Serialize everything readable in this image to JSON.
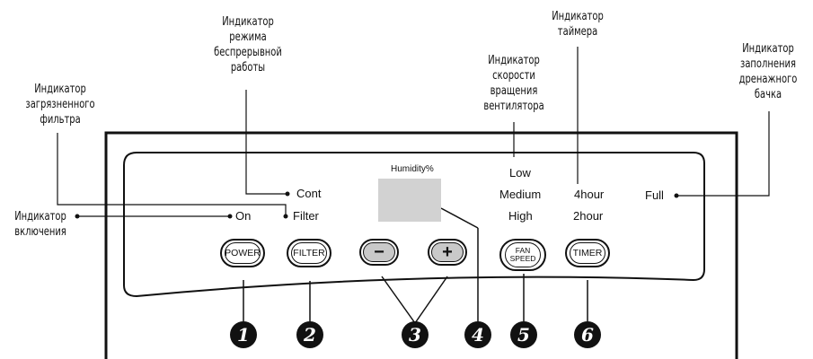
{
  "callouts": {
    "power": [
      "Индикатор",
      "включения"
    ],
    "dirty_filter": [
      "Индикатор",
      "загрязненного",
      "фильтра"
    ],
    "continuous": [
      "Индикатор",
      "режима",
      "беспрерывной",
      "работы"
    ],
    "fan_speed": [
      "Индикатор",
      "скорости",
      "вращения",
      "вентилятора"
    ],
    "timer": [
      "Индикатор",
      "таймера"
    ],
    "tank_full": [
      "Индикатор",
      "заполнения",
      "дренажного",
      "бачка"
    ]
  },
  "indicators": {
    "on": "On",
    "filter": "Filter",
    "cont": "Cont",
    "humidity": "Humidity%",
    "low": "Low",
    "medium": "Medium",
    "high": "High",
    "hour4": "4hour",
    "hour2": "2hour",
    "full": "Full"
  },
  "buttons": {
    "power": "POWER",
    "filter": "FILTER",
    "minus": "−",
    "plus": "+",
    "fan": "FAN",
    "speed": "SPEED",
    "timer": "TIMER"
  },
  "numbers": [
    "1",
    "2",
    "3",
    "4",
    "5",
    "6"
  ]
}
